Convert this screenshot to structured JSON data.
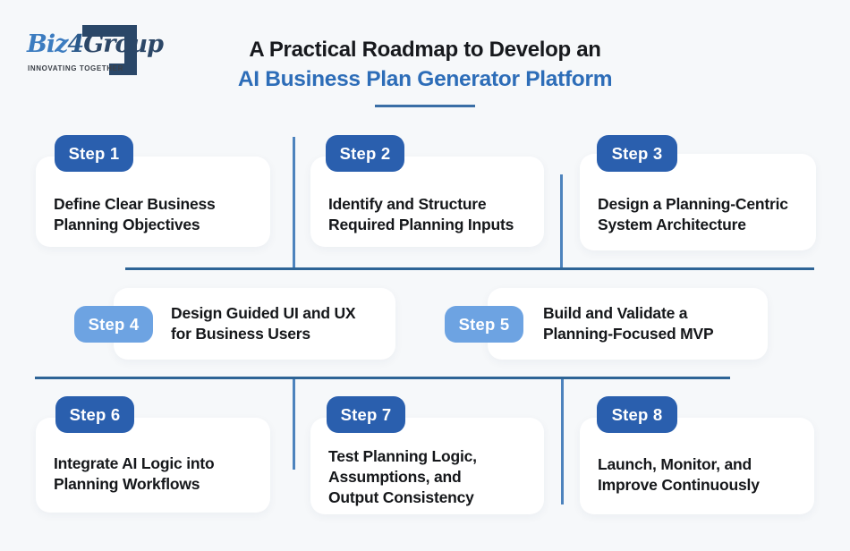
{
  "brand": {
    "biz": "Biz",
    "four": "4",
    "group": "Group",
    "tagline": "INNOVATING TOGETHER"
  },
  "title": {
    "line1": "A Practical Roadmap to Develop an",
    "line2": "AI Business Plan Generator Platform"
  },
  "steps": [
    {
      "badge": "Step 1",
      "text": "Define Clear Business\nPlanning Objectives",
      "variant": "dark"
    },
    {
      "badge": "Step 2",
      "text": "Identify and Structure\nRequired Planning Inputs",
      "variant": "dark"
    },
    {
      "badge": "Step 3",
      "text": "Design a Planning-Centric\nSystem Architecture",
      "variant": "dark"
    },
    {
      "badge": "Step 4",
      "text": "Design Guided UI and UX\nfor Business Users",
      "variant": "light"
    },
    {
      "badge": "Step 5",
      "text": "Build and Validate a\nPlanning-Focused MVP",
      "variant": "light"
    },
    {
      "badge": "Step 6",
      "text": "Integrate AI Logic into\nPlanning Workflows",
      "variant": "dark"
    },
    {
      "badge": "Step 7",
      "text": "Test Planning Logic,\nAssumptions, and\nOutput Consistency",
      "variant": "dark"
    },
    {
      "badge": "Step 8",
      "text": "Launch, Monitor, and\nImprove Continuously",
      "variant": "dark"
    }
  ],
  "colors": {
    "background": "#f6f8fa",
    "card": "#ffffff",
    "badge_dark": "#2a5fae",
    "badge_light": "#6da3e2",
    "connector_horizontal": "#2e6496",
    "connector_vertical": "#4d83bd",
    "title_accent": "#2d6db8",
    "title_underline": "#3a6ea6",
    "logo_navy": "#2c4767",
    "logo_blue": "#3c7cc0",
    "text": "#15171a"
  }
}
